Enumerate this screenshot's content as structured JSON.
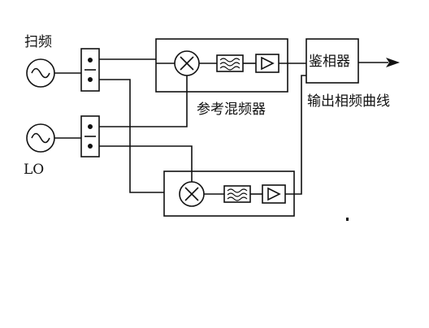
{
  "labels": {
    "sweep": "扫频",
    "lo": "LO",
    "ref_mixer": "参考混频器",
    "phase_detector": "鉴相器",
    "output": "输出相频曲线"
  },
  "colors": {
    "ink": "#111111",
    "background": "#ffffff"
  },
  "icons": {
    "source": "sine-source-icon",
    "splitter": "power-splitter-icon",
    "mixer": "mixer-x-icon",
    "filter": "bandpass-filter-icon",
    "amplifier": "amplifier-triangle-icon",
    "arrow": "output-arrow-icon"
  }
}
